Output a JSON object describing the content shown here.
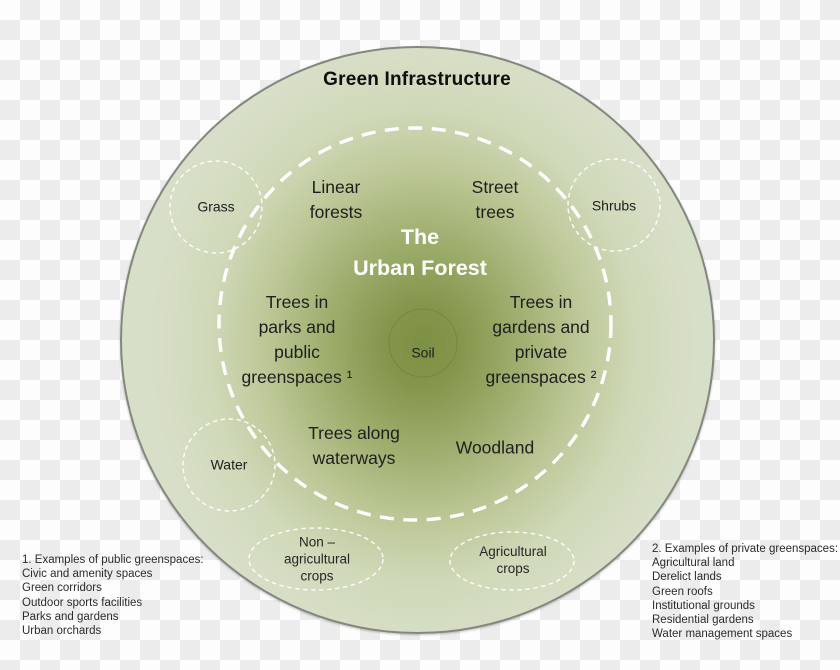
{
  "title": "Green Infrastructure",
  "inner_circle": {
    "title": "The\nUrban Forest",
    "labels": {
      "linear_forests": "Linear\nforests",
      "street_trees": "Street\ntrees",
      "parks": "Trees in\nparks and\npublic\ngreenspaces ¹",
      "soil": "Soil",
      "gardens": "Trees in\ngardens and\nprivate\ngreenspaces ²",
      "waterways": "Trees along\nwaterways",
      "woodland": "Woodland"
    }
  },
  "edge_circles": {
    "grass": "Grass",
    "shrubs": "Shrubs",
    "water": "Water",
    "non_agricultural": "Non –\nagricultural\ncrops",
    "agricultural": "Agricultural\ncrops"
  },
  "footnotes": {
    "public": {
      "title": "1. Examples of public greenspaces:",
      "items": [
        "Civic and amenity spaces",
        "Green corridors",
        "Outdoor sports facilities",
        "Parks and gardens",
        "Urban orchards"
      ]
    },
    "private": {
      "title": "2. Examples of private greenspaces:",
      "items": [
        "Agricultural land",
        "Derelict lands",
        "Green roofs",
        "Institutional grounds",
        "Residential gardens",
        "Water management spaces"
      ]
    }
  },
  "colors": {
    "circle_center": "#7c9042",
    "circle_edge": "#d8dfc8",
    "circle_border": "#83877c",
    "dashed_stroke": "#ffffff",
    "text_dark": "#1e1e1e",
    "text_light": "#ffffff",
    "checker_gray": "#ececec",
    "checker_white": "#fdfdfd"
  }
}
